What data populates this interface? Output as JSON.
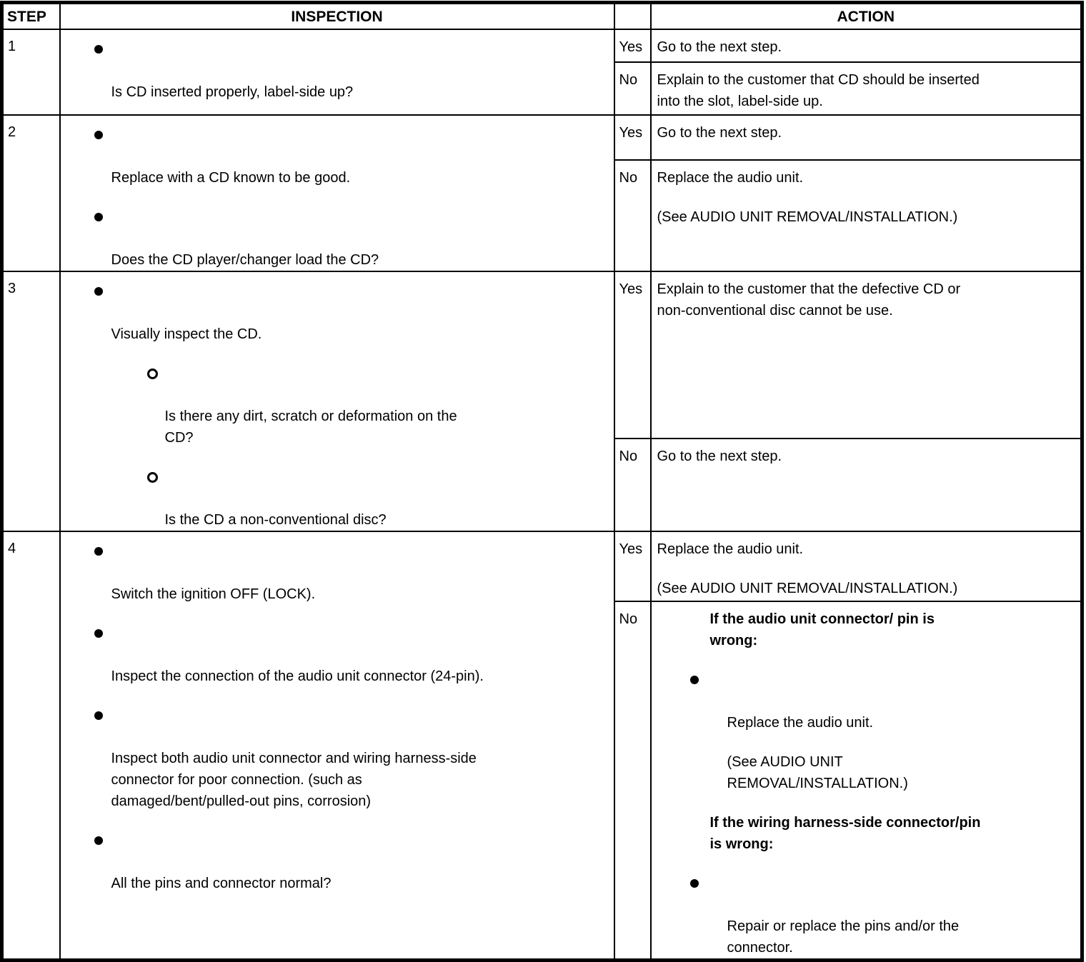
{
  "document_title": "CD troubleshooting inspection table",
  "colors": {
    "border": "#000000",
    "background": "#ffffff",
    "text": "#000000"
  },
  "header": {
    "step": "STEP",
    "inspection": "INSPECTION",
    "action": "ACTION"
  },
  "labels": {
    "yes": "Yes",
    "no": "No"
  },
  "rows": [
    {
      "step": "1",
      "inspection": {
        "items": [
          {
            "level": 1,
            "text": "Is CD inserted properly, label-side up?"
          }
        ]
      },
      "yes": {
        "paras": [
          "Go to the next step."
        ]
      },
      "no": {
        "paras": [
          "Explain to the customer that CD should be inserted\ninto the slot, label-side up."
        ]
      }
    },
    {
      "step": "2",
      "inspection": {
        "items": [
          {
            "level": 1,
            "text": "Replace with a CD known to be good."
          },
          {
            "level": 1,
            "text": "Does the CD player/changer load the CD?"
          }
        ]
      },
      "yes": {
        "paras": [
          "Go to the next step."
        ]
      },
      "no": {
        "paras": [
          "Replace the audio unit.",
          "(See AUDIO UNIT REMOVAL/INSTALLATION.)"
        ]
      }
    },
    {
      "step": "3",
      "inspection": {
        "items": [
          {
            "level": 1,
            "text": "Visually inspect the CD."
          },
          {
            "level": 2,
            "text": "Is there any dirt, scratch or deformation on the\nCD?"
          },
          {
            "level": 2,
            "text": "Is the CD a non-conventional disc?"
          }
        ]
      },
      "yes": {
        "paras": [
          "Explain to the customer that the defective CD or\nnon-conventional disc cannot be use."
        ]
      },
      "no": {
        "paras": [
          "Go to the next step."
        ]
      }
    },
    {
      "step": "4",
      "inspection": {
        "items": [
          {
            "level": 1,
            "text": "Switch the ignition OFF (LOCK)."
          },
          {
            "level": 1,
            "text": "Inspect the connection of the audio unit connector (24-pin)."
          },
          {
            "level": 1,
            "text": "Inspect both audio unit connector and wiring harness-side\nconnector for poor connection. (such as\ndamaged/bent/pulled-out pins, corrosion)"
          },
          {
            "level": 1,
            "text": "All the pins and connector normal?"
          }
        ]
      },
      "yes": {
        "paras": [
          "Replace the audio unit.",
          "(See AUDIO UNIT REMOVAL/INSTALLATION.)"
        ]
      },
      "no": {
        "blocks": [
          {
            "type": "heading",
            "text": "If the audio unit connector/ pin is\nwrong:"
          },
          {
            "type": "bullet",
            "text": "Replace the audio unit."
          },
          {
            "type": "plain",
            "text": "(See AUDIO UNIT\nREMOVAL/INSTALLATION.)"
          },
          {
            "type": "heading",
            "text": "If the wiring harness-side connector/pin\nis wrong:"
          },
          {
            "type": "bullet",
            "text": "Repair or replace the pins and/or the\nconnector."
          }
        ]
      }
    }
  ]
}
